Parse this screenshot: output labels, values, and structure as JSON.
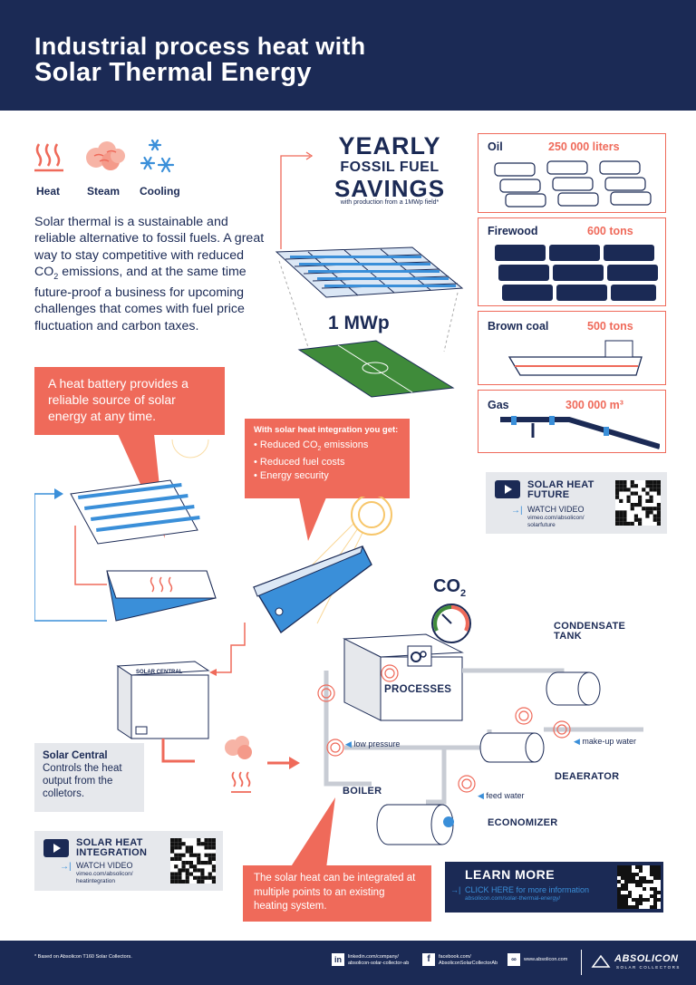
{
  "header": {
    "line1": "Industrial process heat with",
    "line2": "Solar Thermal Energy"
  },
  "icons": {
    "heat": "Heat",
    "steam": "Steam",
    "cooling": "Cooling"
  },
  "intro": {
    "part1": "Solar thermal is a sustainable and reliable alternative to fossil fuels. A great way to stay competitive with reduced CO",
    "sub": "2",
    "part2": " emissions, and at the same time future-proof a business for upcoming challenges that comes with fuel price fluctuation and carbon taxes."
  },
  "savings": {
    "line1": "YEARLY",
    "line2": "FOSSIL FUEL",
    "line3": "SAVINGS",
    "sub": "with production from a 1MWp field*",
    "field_label": "1 MWp",
    "items": [
      {
        "name": "Oil",
        "value": "250 000 liters"
      },
      {
        "name": "Firewood",
        "value": "600 tons"
      },
      {
        "name": "Brown coal",
        "value": "500 tons"
      },
      {
        "name": "Gas",
        "value": "300 000 m³"
      }
    ]
  },
  "battery_callout": "A heat battery provides a reliable source of solar energy at any time.",
  "integration_callout": {
    "title": "With solar heat integration you get:",
    "b1a": "Reduced CO",
    "b1sub": "2",
    "b1b": " emissions",
    "b2": "Reduced fuel costs",
    "b3": "Energy security"
  },
  "video_future": {
    "title1": "SOLAR HEAT",
    "title2": "FUTURE",
    "watch": "WATCH VIDEO",
    "url1": "vimeo.com/absolicon/",
    "url2": "solarfuture"
  },
  "video_integration": {
    "title1": "SOLAR HEAT",
    "title2": "INTEGRATION",
    "watch": "WATCH VIDEO",
    "url1": "vimeo.com/absolicon/",
    "url2": "heatintegration"
  },
  "co2": {
    "main": "CO",
    "sub": "2"
  },
  "diagram": {
    "solar_central_label": "SOLAR CENTRAL",
    "processes": "PROCESSES",
    "condensate": "CONDENSATE TANK",
    "low_pressure": "low pressure",
    "make_up_water": "make-up water",
    "deaerator": "DEAERATOR",
    "boiler": "BOILER",
    "feed_water": "feed water",
    "economizer": "ECONOMIZER"
  },
  "solar_central": {
    "title": "Solar Central",
    "desc": "Controls the heat output from the colletors."
  },
  "multi_point_callout": "The solar heat can be integrated at multiple points to an existing heating system.",
  "learn_more": {
    "title": "LEARN MORE",
    "link": "CLICK HERE for more information",
    "url": "absolicon.com/solar-thermal-energy/"
  },
  "footer": {
    "note": "* Based on Absolicon T160 Solar Collectors.",
    "linkedin1": "linkedin.com/company/",
    "linkedin2": "absolicon-solar-collector-ab",
    "facebook1": "facebook.com/",
    "facebook2": "AbsoliconSolarCollectorAb",
    "web": "www.absolicon.com",
    "brand": "ABSOLICON",
    "tagline": "SOLAR COLLECTORS"
  },
  "colors": {
    "navy": "#1b2a55",
    "coral": "#ef6a5a",
    "blue": "#3a8fd9",
    "grey": "#e6e8ec"
  }
}
